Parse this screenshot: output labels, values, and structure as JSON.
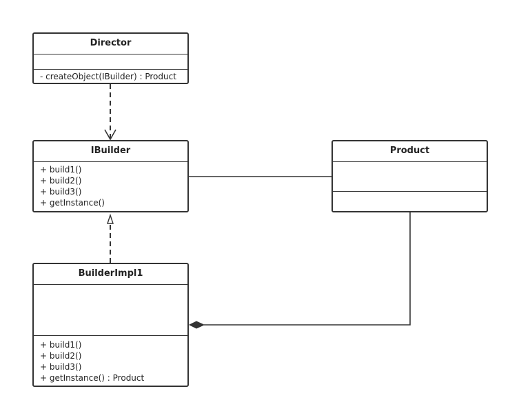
{
  "classes": {
    "director": {
      "name": "Director",
      "methods": [
        "- createObject(IBuilder) : Product"
      ]
    },
    "ibuilder": {
      "name": "IBuilder",
      "methods": [
        "+ build1()",
        "+ build2()",
        "+ build3()",
        "+ getInstance()"
      ]
    },
    "product": {
      "name": "Product"
    },
    "builderimpl1": {
      "name": "BuilderImpl1",
      "methods": [
        "+ build1()",
        "+ build2()",
        "+ build3()",
        "+ getInstance() : Product"
      ]
    }
  },
  "relations": [
    {
      "from": "Director",
      "to": "IBuilder",
      "type": "dependency"
    },
    {
      "from": "IBuilder",
      "to": "Product",
      "type": "association"
    },
    {
      "from": "BuilderImpl1",
      "to": "IBuilder",
      "type": "realization"
    },
    {
      "from": "BuilderImpl1",
      "to": "Product",
      "type": "composition"
    }
  ]
}
